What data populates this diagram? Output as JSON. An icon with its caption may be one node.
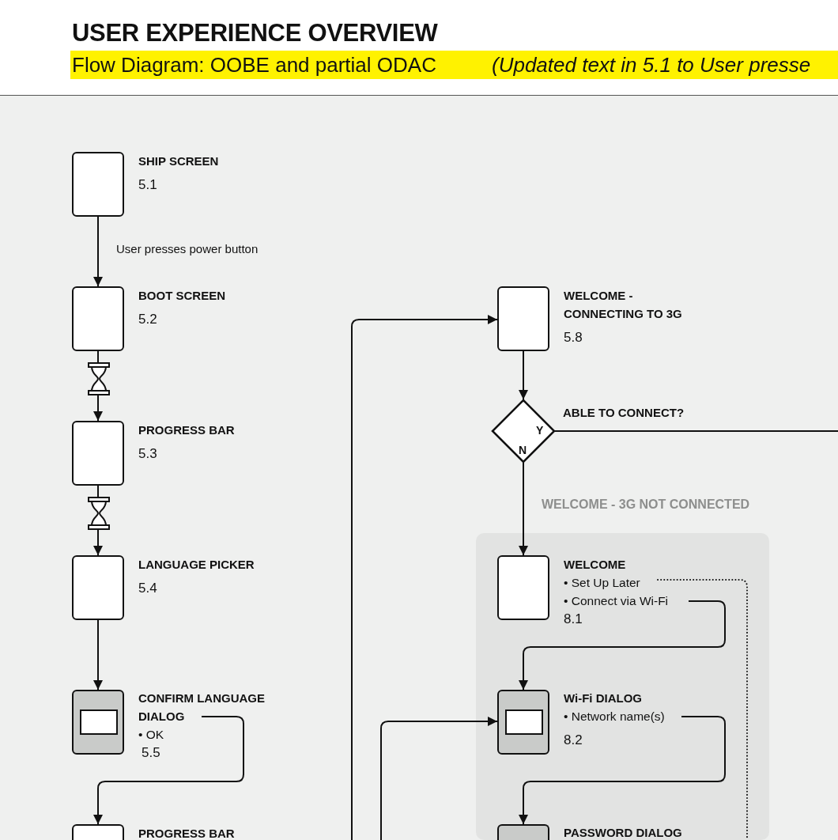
{
  "diagram": {
    "title": "USER EXPERIENCE OVERVIEW",
    "nodes": [
      {
        "text": [
          "SHIP SCREEN",
          "5.1"
        ]
      },
      {
        "text": [
          "BOOT SCREEN",
          "5.2"
        ]
      },
      {
        "text": [
          "PROGRESS BAR",
          "5.3"
        ]
      },
      {
        "text": [
          "LANGUAGE PICKER",
          "5.4"
        ]
      },
      {
        "text": [
          "CONFIRM LANGUAGE DIALOG",
          "• OK",
          "5.5"
        ]
      },
      {
        "text": [
          "PROGRESS BAR"
        ]
      },
      {
        "text": [
          "WELCOME - CONNECTING TO 3G",
          "5.8"
        ]
      },
      {
        "text": [
          "ABLE TO CONNECT?",
          "Y",
          "N"
        ]
      },
      {
        "text": [
          "WELCOME - 3G NOT CONNECTED"
        ]
      },
      {
        "text": [
          "WELCOME",
          "• Set Up Later",
          "• Connect via Wi-Fi",
          "8.1"
        ],
        "in": 8
      },
      {
        "text": [
          "Wi-Fi DIALOG",
          "• Network name(s)",
          "8.2"
        ],
        "in": 8
      },
      {
        "text": [
          "PASSWORD DIALOG"
        ],
        "in": 8
      }
    ],
    "edges": [
      {
        "from": 0,
        "to": 1,
        "arrow": "to",
        "label": "User presses power button"
      },
      {
        "from": 1,
        "to": 2,
        "arrow": "to"
      },
      {
        "from": 2,
        "to": 3,
        "arrow": "to"
      },
      {
        "from": 3,
        "to": 4,
        "arrow": "to"
      },
      {
        "from": 4,
        "to": 5,
        "arrow": "to"
      },
      {
        "from": 6,
        "to": 7,
        "arrow": "to"
      },
      {
        "from": 7,
        "to": null,
        "arrow": "none"
      },
      {
        "from": 7,
        "to": 9,
        "arrow": "to"
      },
      {
        "from": null,
        "to": 6,
        "arrow": "to"
      },
      {
        "from": null,
        "to": 10,
        "arrow": "to"
      },
      {
        "from": 9,
        "to": 10,
        "arrow": "to"
      },
      {
        "from": 10,
        "to": 11,
        "arrow": "to"
      },
      {
        "from": 9,
        "to": null,
        "arrow": "none",
        "style": "dashed"
      }
    ],
    "labels": [
      "Flow Diagram: OOBE and partial ODAC",
      "(Updated text in 5.1 to User presse"
    ]
  }
}
